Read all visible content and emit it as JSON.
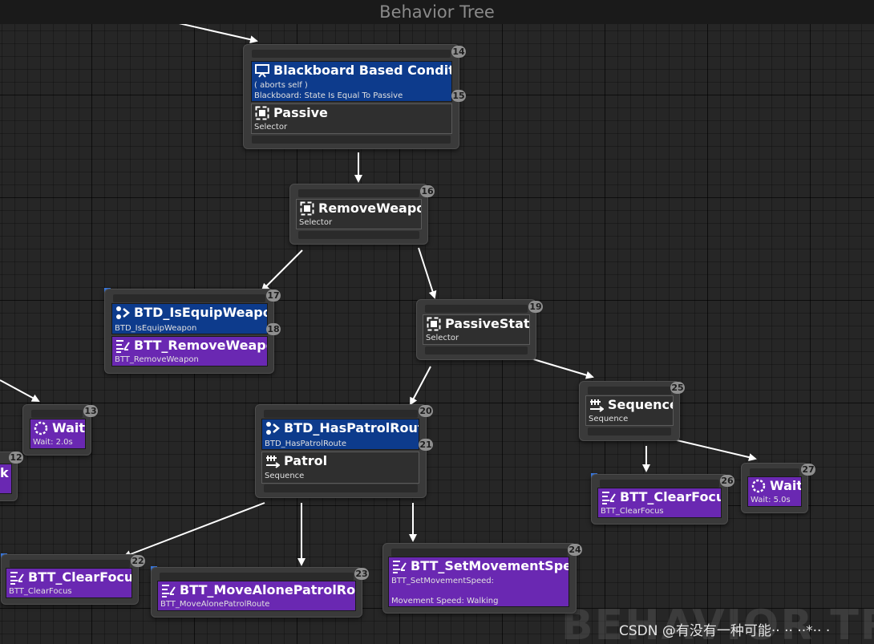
{
  "titlebar": {
    "title": "Behavior Tree"
  },
  "nodes": {
    "passive": {
      "index": "14",
      "decorator": {
        "title": "Blackboard Based Condition",
        "line1": "( aborts self )",
        "line2": "Blackboard: State Is Equal To Passive",
        "index": "15"
      },
      "composite": {
        "title": "Passive",
        "type": "Selector"
      }
    },
    "remove_weapon": {
      "index": "16",
      "composite": {
        "title": "RemoveWeapon",
        "type": "Selector"
      }
    },
    "is_equip": {
      "index": "17",
      "decorator": {
        "title": "BTD_IsEquipWeapon",
        "sub": "BTD_IsEquipWeapon",
        "index": "18"
      },
      "task": {
        "title": "BTT_RemoveWeapon",
        "sub": "BTT_RemoveWeapon"
      }
    },
    "passive_state": {
      "index": "19",
      "composite": {
        "title": "PassiveState",
        "type": "Selector"
      }
    },
    "wait_left": {
      "index": "13",
      "task": {
        "title": "Wait",
        "sub": "Wait: 2.0s"
      }
    },
    "partial_left": {
      "index": "12",
      "glyph": "k"
    },
    "patrol": {
      "index": "20",
      "decorator": {
        "title": "BTD_HasPatrolRoute",
        "sub": "BTD_HasPatrolRoute",
        "index": "21"
      },
      "composite": {
        "title": "Patrol",
        "type": "Sequence"
      }
    },
    "sequence": {
      "index": "25",
      "composite": {
        "title": "Sequence",
        "type": "Sequence"
      }
    },
    "clear_focus_right": {
      "index": "26",
      "task": {
        "title": "BTT_ClearFocus",
        "sub": "BTT_ClearFocus"
      }
    },
    "wait_right": {
      "index": "27",
      "task": {
        "title": "Wait",
        "sub": "Wait: 5.0s"
      }
    },
    "clear_focus_left": {
      "index": "22",
      "task": {
        "title": "BTT_ClearFocus",
        "sub": "BTT_ClearFocus"
      }
    },
    "move_alone": {
      "index": "23",
      "task": {
        "title": "BTT_MoveAlonePatrolRoute",
        "sub": "BTT_MoveAlonePatrolRoute"
      }
    },
    "set_speed": {
      "index": "24",
      "task": {
        "title": "BTT_SetMovementSpeed",
        "sub": "BTT_SetMovementSpeed:",
        "line2": "Movement Speed: Walking"
      }
    }
  },
  "watermark": {
    "text": "BEHAVIOR TR",
    "credit": "CSDN @有没有一种可能·· ·· ··*·· ·"
  },
  "colors": {
    "decorator": "#0d3b8c",
    "task": "#6a28b2",
    "composite": "#2f2f2f",
    "wire": "#ffffff",
    "background": "#262626"
  }
}
